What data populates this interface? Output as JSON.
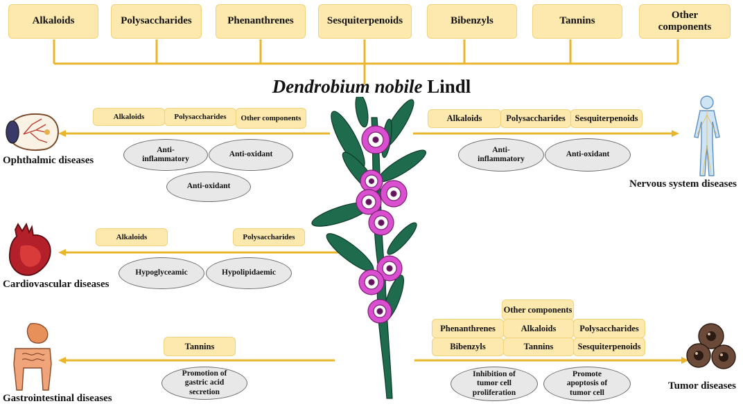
{
  "top_components": [
    "Alkaloids",
    "Polysaccharides",
    "Phenanthrenes",
    "Sesquiterpenoids",
    "Bibenzyls",
    "Tannins",
    "Other components"
  ],
  "title": {
    "italic": "Dendrobium nobile",
    "plain": " Lindl"
  },
  "ophthalmic": {
    "label": "Ophthalmic diseases",
    "components": [
      "Alkaloids",
      "Polysaccharides",
      "Other components"
    ],
    "effects": [
      "Anti-inflammatory",
      "Anti-oxidant",
      "Anti-oxidant"
    ]
  },
  "nervous": {
    "label": "Nervous system diseases",
    "components": [
      "Alkaloids",
      "Polysaccharides",
      "Sesquiterpenoids"
    ],
    "effects": [
      "Anti-inflammatory",
      "Anti-oxidant"
    ]
  },
  "cardio": {
    "label": "Cardiovascular diseases",
    "components": [
      "Alkaloids",
      "Polysaccharides"
    ],
    "effects": [
      "Hypoglyceamic",
      "Hypolipidaemic"
    ]
  },
  "gastro": {
    "label": "Gastrointestinal diseases",
    "components": [
      "Tannins"
    ],
    "effects": [
      "Promotion of gastric acid secretion"
    ]
  },
  "tumor": {
    "label": "Tumor diseases",
    "components": [
      "Other components",
      "Phenanthrenes",
      "Alkaloids",
      "Polysaccharides",
      "Bibenzyls",
      "Tannins",
      "Sesquiterpenoids"
    ],
    "effects": [
      "Inhibition of tumor cell proliferation",
      "Promote apoptosis of tumor cell"
    ]
  },
  "colors": {
    "box_fill": "#fde9ad",
    "box_border": "#f3d27c",
    "line": "#eab52a",
    "ellipse_fill": "#e8e8e8",
    "leaf": "#1e6b4d",
    "flower": "#d94fd0"
  }
}
